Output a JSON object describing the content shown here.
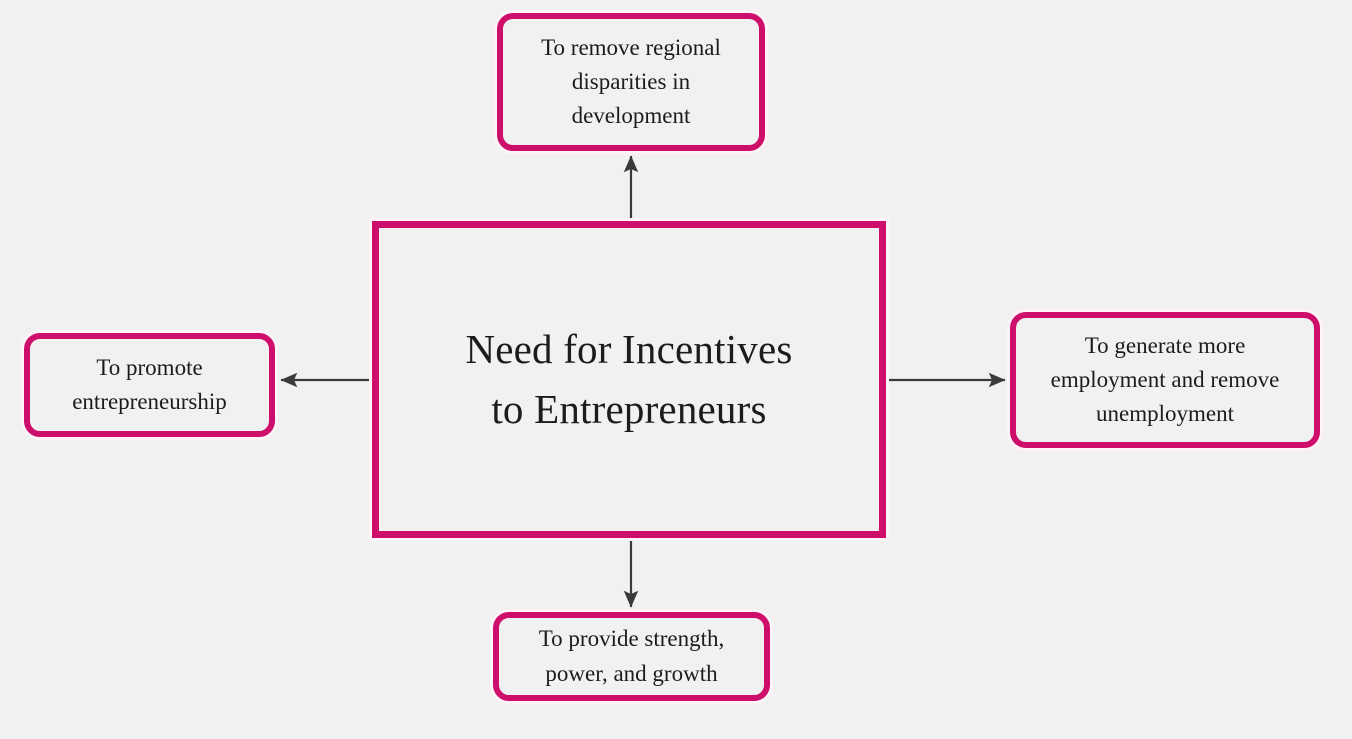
{
  "diagram": {
    "type": "hub-and-spoke-concept-map",
    "background_color": "#f1f1f1",
    "accent_color": "#ce0e6b",
    "text_color": "#1c1c1c",
    "connector_color": "#3a3a3a",
    "center": {
      "label": "Need for Incentives to Entrepreneurs",
      "line1": "Need for Incentives",
      "line2": "to Entrepreneurs",
      "shape": "rectangle"
    },
    "nodes": [
      {
        "id": "top",
        "label": "To remove regional disparities in development",
        "shape": "rounded-rectangle",
        "direction": "up",
        "arrow": "arrow-up-icon"
      },
      {
        "id": "right",
        "label": "To generate more employment and remove unemployment",
        "shape": "rounded-rectangle",
        "direction": "right",
        "arrow": "arrow-right-icon"
      },
      {
        "id": "bottom",
        "label": "To provide strength, power, and growth",
        "shape": "rounded-rectangle",
        "direction": "down",
        "arrow": "arrow-down-icon"
      },
      {
        "id": "left",
        "label": "To promote entrepreneurship",
        "shape": "rounded-rectangle",
        "direction": "left",
        "arrow": "arrow-left-icon"
      }
    ]
  }
}
